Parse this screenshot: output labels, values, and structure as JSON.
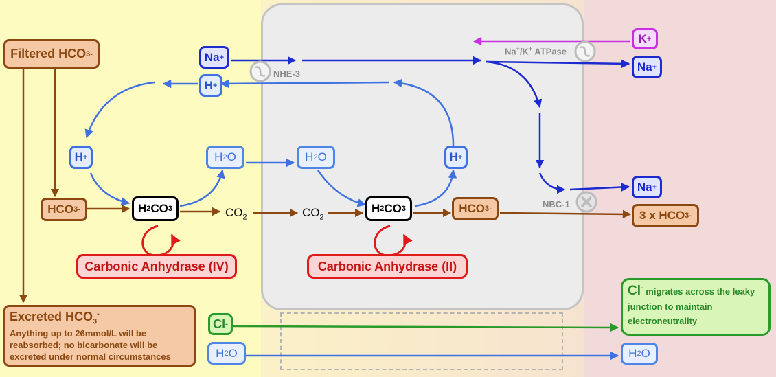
{
  "colors": {
    "sodium": "#1c2ad0",
    "hydrogen": "#3f72e0",
    "bicarbonate": "#8b4810",
    "carbonic_anhydrase": "#e01919",
    "potassium": "#c830e0",
    "chloride": "#2a9a2a"
  },
  "filtered": {
    "base": "Filtered HCO",
    "sub": "3",
    "sup": "-"
  },
  "sodium_labels": {
    "lumen": "Na",
    "blood_top": "Na",
    "blood_bottom": "Na",
    "charge": "+"
  },
  "potassium_label": {
    "base": "K",
    "charge": "+"
  },
  "proton_labels": {
    "lumen_top": "H",
    "lumen": "H",
    "cell": "H",
    "charge": "+"
  },
  "water_labels": {
    "lumen": "H",
    "cell": "H",
    "bottom_left": "H",
    "bottom_right": "H",
    "two": "2",
    "oxygen": "O"
  },
  "bicarbonate_labels": {
    "lumen": "HCO",
    "cell": "HCO",
    "sub": "3",
    "sup": "-"
  },
  "carbonic_acid_labels": {
    "lumen": "H",
    "cell": "H",
    "sub2": "2",
    "rest": "CO",
    "sub3": "3"
  },
  "co2_labels": {
    "lumen": "CO",
    "cell": "CO",
    "sub": "2"
  },
  "enzymes": {
    "lumen": "Carbonic Anhydrase (IV)",
    "cell": "Carbonic Anhydrase (II)"
  },
  "transporters": {
    "nhe3": "NHE-3",
    "atpase_a": "Na",
    "atpase_b": "/K",
    "atpase_c": " ATPase",
    "atpase_plus": "+",
    "nbc1": "NBC-1"
  },
  "output_bicarb": {
    "base": "3 x HCO",
    "sub": "3",
    "sup": "-"
  },
  "excreted": {
    "base": "Excreted HCO",
    "sub": "3",
    "sup": "-",
    "note": "Anything up to  26mmol/L will be reabsorbed; no bicarbonate will be excreted under normal circumstances"
  },
  "chloride": {
    "label": "Cl",
    "sup": "-",
    "note_symbol": "Cl",
    "note_rest": " migrates across the leaky junction to maintain electroneutrality"
  }
}
